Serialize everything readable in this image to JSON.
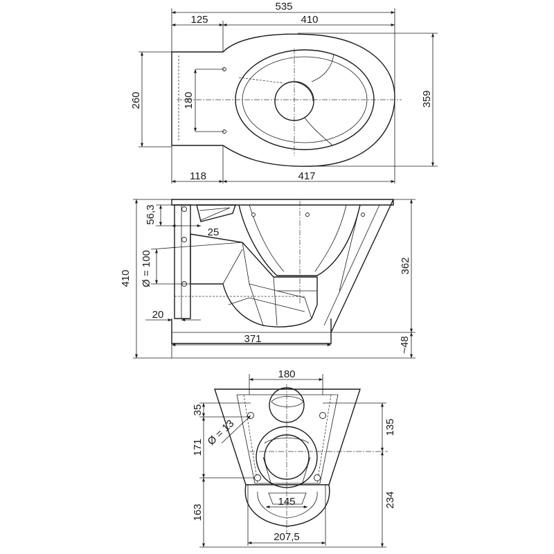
{
  "top_view": {
    "dim_total_length": "535",
    "dim_rear_flange": "125",
    "dim_bowl_length": "410",
    "dim_width": "260",
    "dim_bolt_spacing": "180",
    "dim_height": "359",
    "dim_base_flange": "118",
    "dim_base_bowl": "417"
  },
  "side_view": {
    "dim_top_offset": "56,3",
    "dim_depth_25": "25",
    "dim_pipe_diameter": "Ø = 100",
    "dim_total_height": "410",
    "dim_bowl_height": "362",
    "dim_wall_20": "20",
    "dim_base_length": "371",
    "dim_floor_gap": "~48"
  },
  "front_view": {
    "dim_top_width": "180",
    "dim_hole_offset": "35",
    "dim_hole_diameter": "Ø = 13",
    "dim_mid_span": "171",
    "dim_upper_span": "135",
    "dim_lower_left": "163",
    "dim_lower_right": "234",
    "dim_inner_width": "145",
    "dim_base_width": "207,5"
  }
}
